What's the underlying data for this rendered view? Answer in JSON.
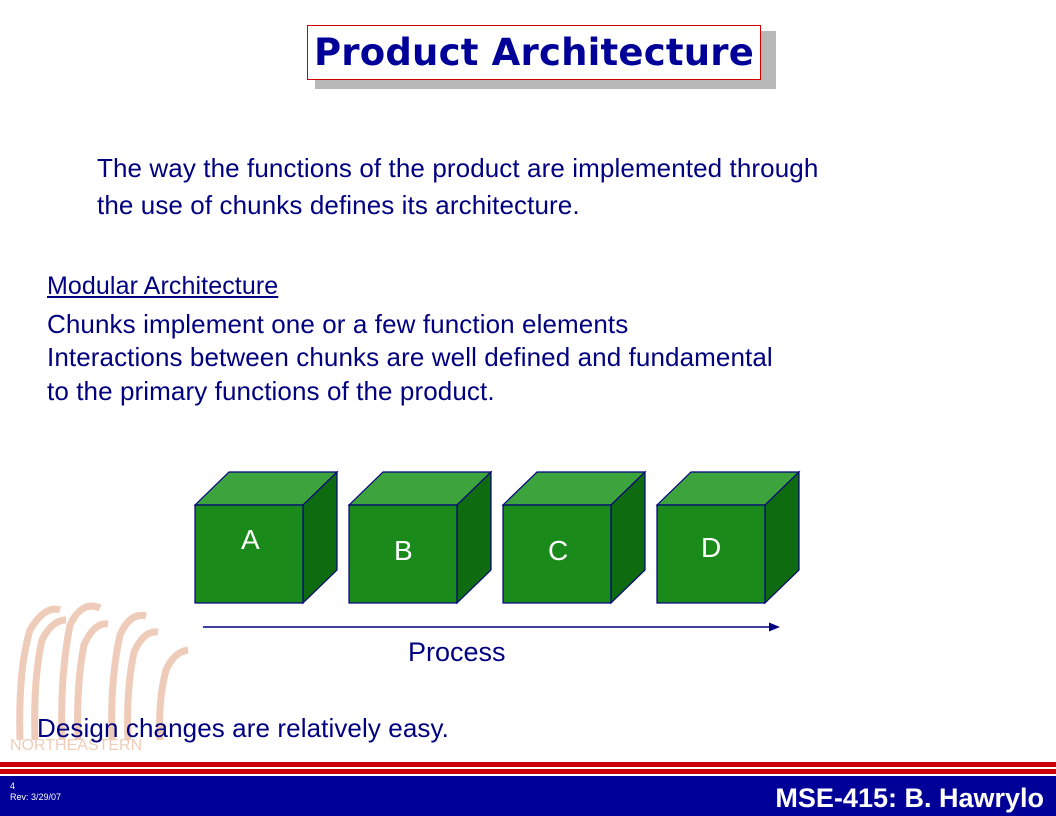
{
  "title": "Product Architecture",
  "intro": {
    "line1": "The way the functions of the product are implemented through",
    "line2": "the use of chunks defines its architecture."
  },
  "modular": {
    "heading": "Modular Architecture",
    "line1": "Chunks implement one or a few function elements",
    "line2": "Interactions between chunks are well defined and fundamental",
    "line3": "to the primary functions of the product."
  },
  "diagram": {
    "chunks": [
      {
        "label": "A"
      },
      {
        "label": "B"
      },
      {
        "label": "C"
      },
      {
        "label": "D"
      }
    ],
    "arrow_label": "Process",
    "colors": {
      "front": "#1a8a1a",
      "top": "#3da33d",
      "side": "#0f6b0f",
      "edge": "#000080"
    }
  },
  "conclusion": "Design changes are relatively easy.",
  "footer": {
    "slide_number": "4",
    "revision": "Rev: 3/29/07",
    "course": "MSE-415:  B. Hawrylo",
    "colors": {
      "red": "#cc0000",
      "blue": "#000099"
    }
  }
}
